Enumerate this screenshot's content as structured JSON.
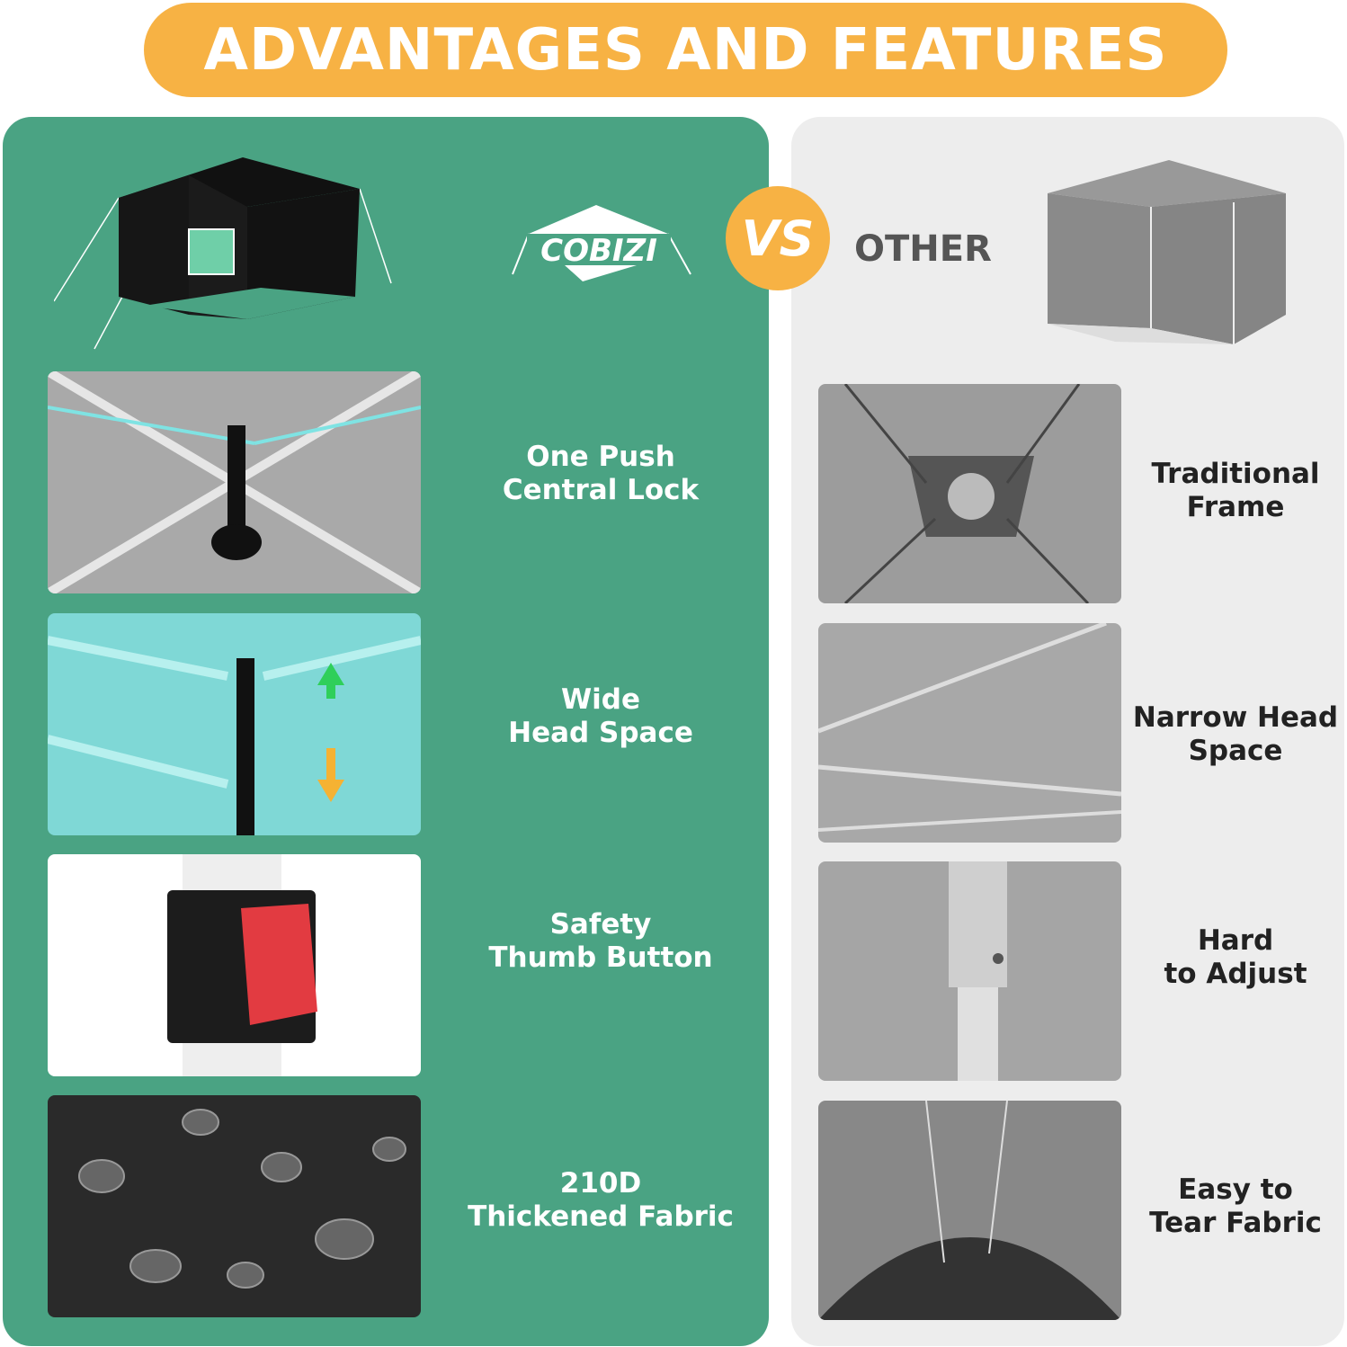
{
  "header": {
    "title": "ADVANTAGES AND FEATURES"
  },
  "brand": {
    "logo_text": "COBIZI"
  },
  "vs_label": "VS",
  "other_label": "OTHER",
  "colors": {
    "accent_orange": "#f7b244",
    "brand_green": "#4aa383",
    "compare_grey": "#ededed"
  },
  "left_features": [
    {
      "line1": "One Push",
      "line2": "Central Lock"
    },
    {
      "line1": "Wide",
      "line2": "Head Space"
    },
    {
      "line1": "Safety",
      "line2": "Thumb Button"
    },
    {
      "line1": "210D",
      "line2": "Thickened Fabric"
    }
  ],
  "right_features": [
    {
      "line1": "Traditional",
      "line2": "Frame"
    },
    {
      "line1": "Narrow Head",
      "line2": "Space"
    },
    {
      "line1": "Hard",
      "line2": "to Adjust"
    },
    {
      "line1": "Easy to",
      "line2": "Tear Fabric"
    }
  ]
}
